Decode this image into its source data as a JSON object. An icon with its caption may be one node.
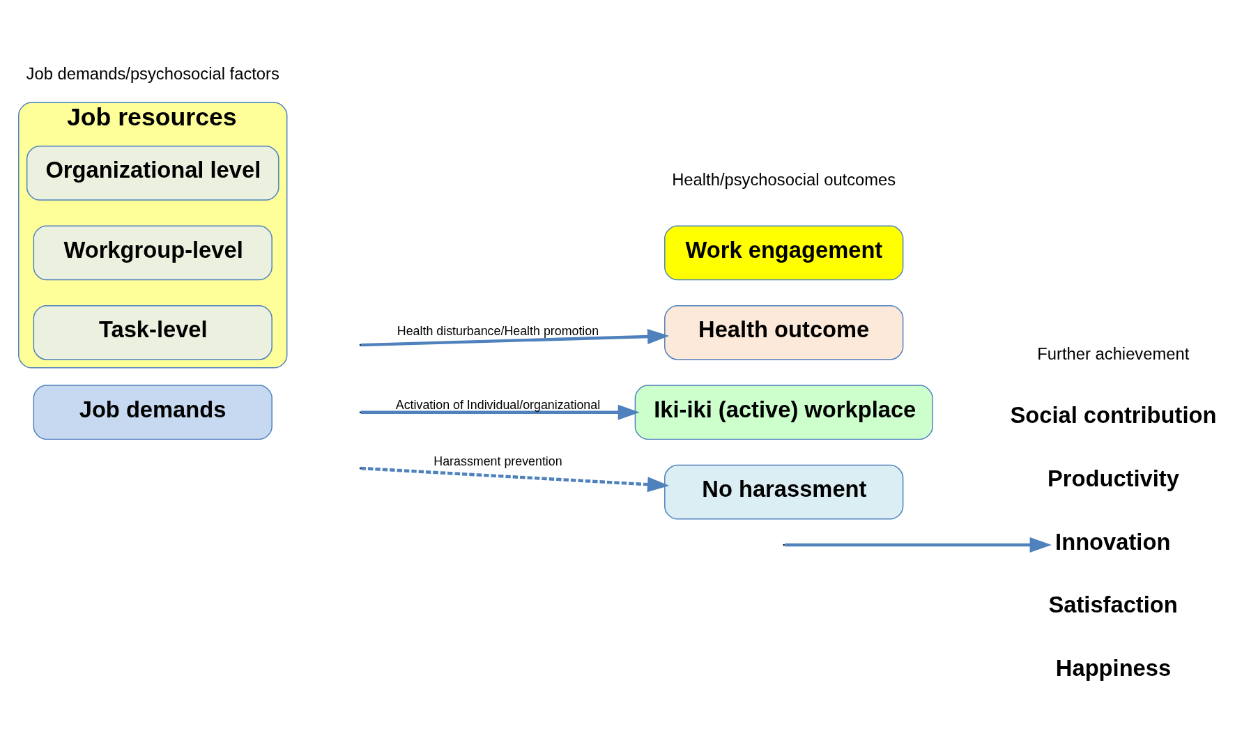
{
  "diagram": {
    "nodes": [
      {
        "text": [
          "Job demands"
        ]
      },
      {
        "text": [
          "Job resources"
        ]
      },
      {
        "text": [
          "Task-level"
        ],
        "in": 1
      },
      {
        "text": [
          "Workgroup-level"
        ],
        "in": 1
      },
      {
        "text": [
          "Organizational level"
        ],
        "in": 1
      },
      {
        "text": [
          "Health outcome"
        ]
      },
      {
        "text": [
          "Work engagement"
        ]
      },
      {
        "text": [
          "Iki-iki (active) workplace"
        ]
      },
      {
        "text": [
          "No harassment"
        ]
      },
      {
        "text": [
          "Social contribution"
        ]
      },
      {
        "text": [
          "Productivity"
        ]
      },
      {
        "text": [
          "Innovation"
        ]
      },
      {
        "text": [
          "Satisfaction"
        ]
      },
      {
        "text": [
          "Happiness"
        ]
      }
    ],
    "edges": [
      {
        "from": null,
        "to": 5,
        "arrow": "to",
        "label": "Health disturbance/Health promotion"
      },
      {
        "from": null,
        "to": 7,
        "arrow": "to",
        "label": "Activation of Individual/organizational"
      },
      {
        "from": null,
        "to": 8,
        "arrow": "to",
        "label": "Harassment prevention",
        "style": "dashed"
      },
      {
        "from": null,
        "to": 11,
        "arrow": "to"
      }
    ],
    "labels": [
      "Job demands/psychosocial factors",
      "Health/psychosocial outcomes",
      "Further achievement"
    ]
  }
}
